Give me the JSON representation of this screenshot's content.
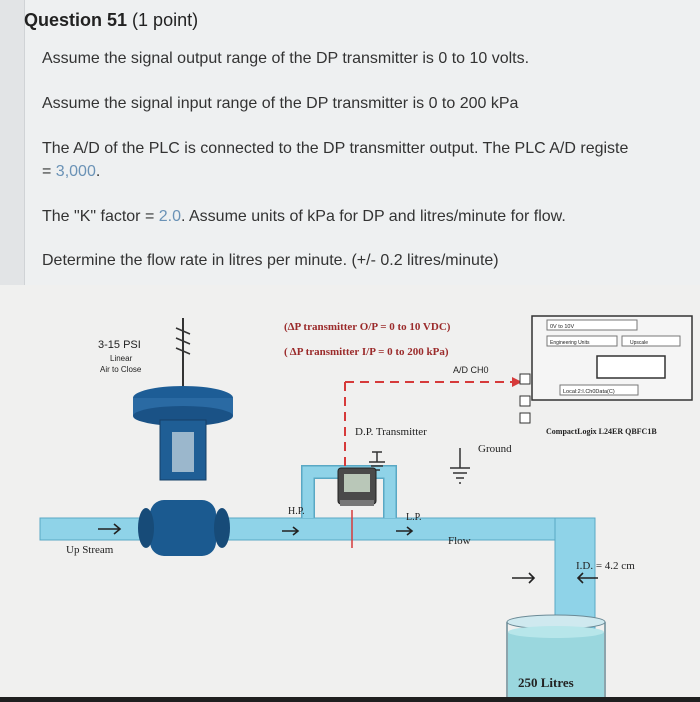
{
  "question": {
    "title": "Question 51",
    "points": "(1 point)",
    "line1": "Assume the signal output range of the DP transmitter is 0 to 10 volts.",
    "line2": "Assume the signal input range of the DP transmitter is 0 to 200 kPa",
    "line3a": "The A/D of the PLC is connected to the DP transmitter output. The PLC A/D registe",
    "line3b_prefix": "= ",
    "register_value": "3,000",
    "line3b_suffix": ".",
    "line4_prefix": "The \"K\" factor = ",
    "k_value": "2.0",
    "line4_suffix": ". Assume units of kPa for DP and litres/minute for flow.",
    "line5": "Determine the flow rate in litres per minute. (+/- 0.2 litres/minute)"
  },
  "diagram": {
    "valve_label": "3-15 PSI",
    "valve_sub1": "Linear",
    "valve_sub2": "Air to Close",
    "transmitter_op": "(ΔP transmitter O/P = 0 to 10 VDC)",
    "transmitter_ip": "( ΔP transmitter I/P  = 0 to 200 kPa)",
    "ad_channel": "A/D CH0",
    "dp_transmitter": "D.P. Transmitter",
    "ground": "Ground",
    "plc_range": "0V to 10V",
    "plc_units": "Engineering Units",
    "plc_upscale": "Upscale",
    "plc_local": "Local:2:I.Ch0Data(C)",
    "plc_name": "CompactLogix L24ER QBFC1B",
    "hp": "H.P.",
    "lp": "L.P.",
    "flow": "Flow",
    "upstream": "Up Stream",
    "inner_diameter": "I.D. = 4.2 cm",
    "tank": "250 Litres"
  },
  "colors": {
    "value_blue": "#6a92b6",
    "pipe_cyan": "#8fd3e8",
    "valve_blue": "#1d5d96",
    "signal_red": "#d63a3a",
    "text_red": "#9b2b2b"
  }
}
